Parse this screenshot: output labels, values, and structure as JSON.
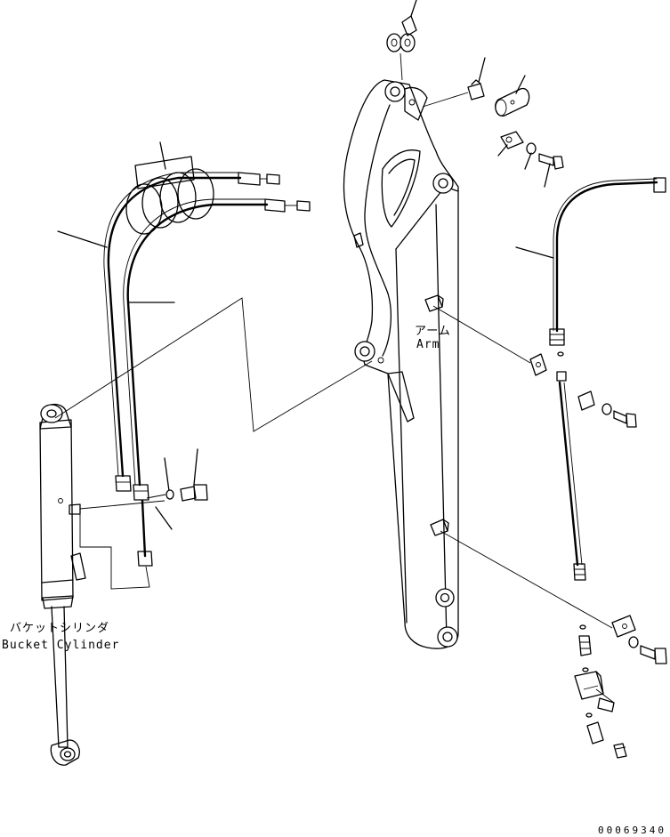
{
  "labels": {
    "arm_jp": "アーム",
    "arm_en": "Arm",
    "bucket_cylinder_jp": "バケットシリンダ",
    "bucket_cylinder_en": "Bucket Cylinder",
    "drawing_code": "00069340"
  }
}
